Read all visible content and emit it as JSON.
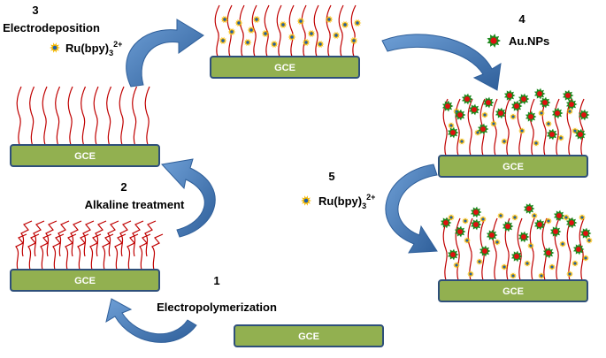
{
  "electrode_label": "GCE",
  "steps": [
    {
      "number": "1",
      "label": "Electropolymerization"
    },
    {
      "number": "2",
      "label": "Alkaline treatment"
    },
    {
      "number": "3",
      "label": "Electrodeposition"
    },
    {
      "number": "4",
      "label": "Au.NPs"
    },
    {
      "number": "5",
      "label": ""
    }
  ],
  "reagent": {
    "text": "Ru(bpy)",
    "subscript": "3",
    "superscript": "2+"
  },
  "colors": {
    "electrode_fill": "#92b050",
    "electrode_border": "#2e4f7a",
    "polymer_line": "#c00000",
    "arrow": "#4a80bf",
    "ru_complex_ray": "#f5b800",
    "ru_complex_core": "#1f5fa8",
    "gold_np_outer": "#1e8a1e",
    "gold_np_inner": "#e01010"
  },
  "icons": [
    "ru-complex-icon",
    "gold-nanoparticle-icon"
  ]
}
